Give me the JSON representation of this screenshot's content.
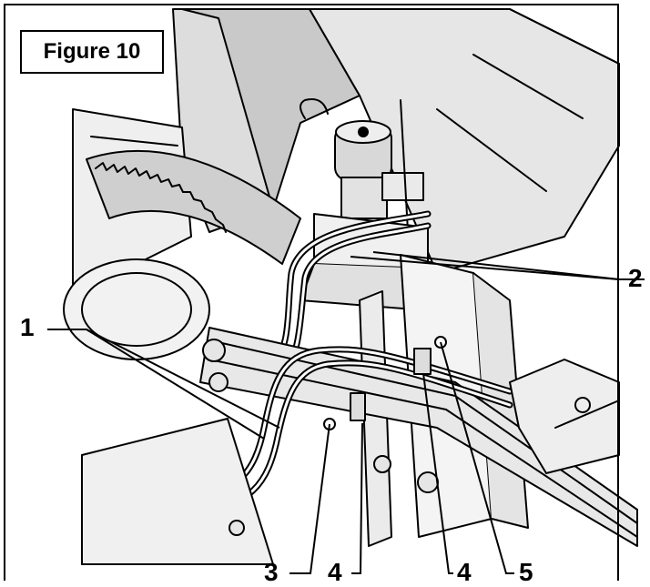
{
  "figure": {
    "title": "Figure 10",
    "callouts": [
      {
        "id": "c1",
        "label": "1"
      },
      {
        "id": "c2",
        "label": "2"
      },
      {
        "id": "c3",
        "label": "3"
      },
      {
        "id": "c4a",
        "label": "4"
      },
      {
        "id": "c4b",
        "label": "4"
      },
      {
        "id": "c5",
        "label": "5"
      }
    ]
  }
}
